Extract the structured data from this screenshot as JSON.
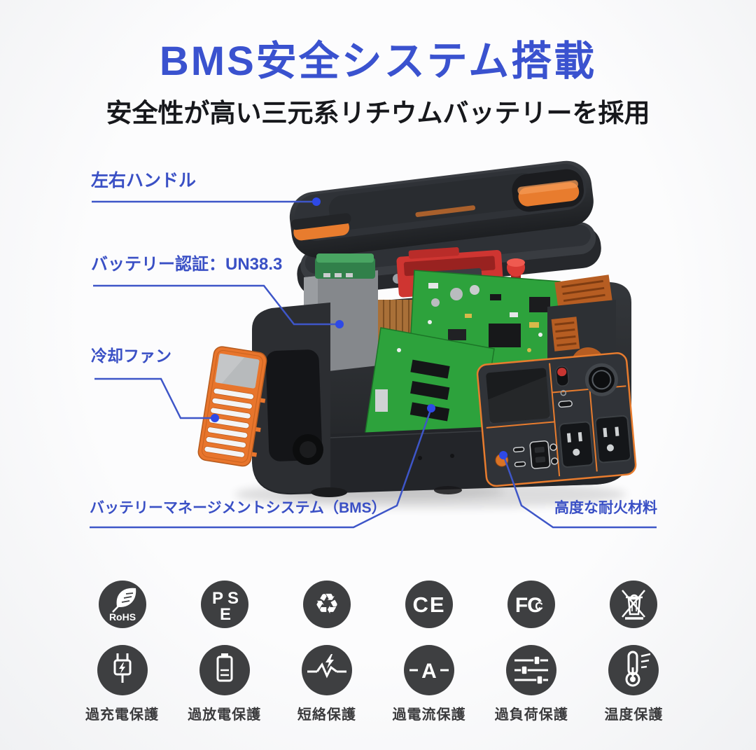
{
  "header": {
    "title": "BMS安全システム搭載",
    "subtitle": "安全性が高い三元系リチウムバッテリーを採用"
  },
  "callouts": {
    "handle": {
      "label": "左右ハンドル"
    },
    "battery_cert": {
      "label": "バッテリー認証：UN38.3"
    },
    "cooling_fan": {
      "label": "冷却ファン"
    },
    "bms": {
      "label": "バッテリーマネージメントシステム（BMS）"
    },
    "fireproof": {
      "label": "高度な耐火材料"
    }
  },
  "certifications": [
    {
      "icon": "rohs-icon",
      "text": "RoHS"
    },
    {
      "icon": "pse-icon",
      "letters": [
        "P",
        "S",
        "E"
      ]
    },
    {
      "icon": "recycle-icon",
      "glyph": "♻"
    },
    {
      "icon": "ce-icon",
      "text": "CE"
    },
    {
      "icon": "fcc-icon",
      "letters": [
        "F",
        "C",
        "C"
      ]
    },
    {
      "icon": "weee-icon"
    }
  ],
  "protections": [
    {
      "icon": "overcharge-plug-icon",
      "label": "過充電保護"
    },
    {
      "icon": "overdischarge-battery-icon",
      "label": "過放電保護"
    },
    {
      "icon": "short-circuit-icon",
      "label": "短絡保護"
    },
    {
      "icon": "overcurrent-ampere-icon",
      "label": "過電流保護",
      "glyph": "A"
    },
    {
      "icon": "overload-sliders-icon",
      "label": "過負荷保護"
    },
    {
      "icon": "temperature-icon",
      "label": "温度保護"
    }
  ],
  "colors": {
    "accent_blue": "#3a52cf",
    "callout_blue": "#3a50c5",
    "accent_orange": "#e8752c",
    "icon_circle": "#3e3f41",
    "pcb_green": "#2da23c"
  }
}
